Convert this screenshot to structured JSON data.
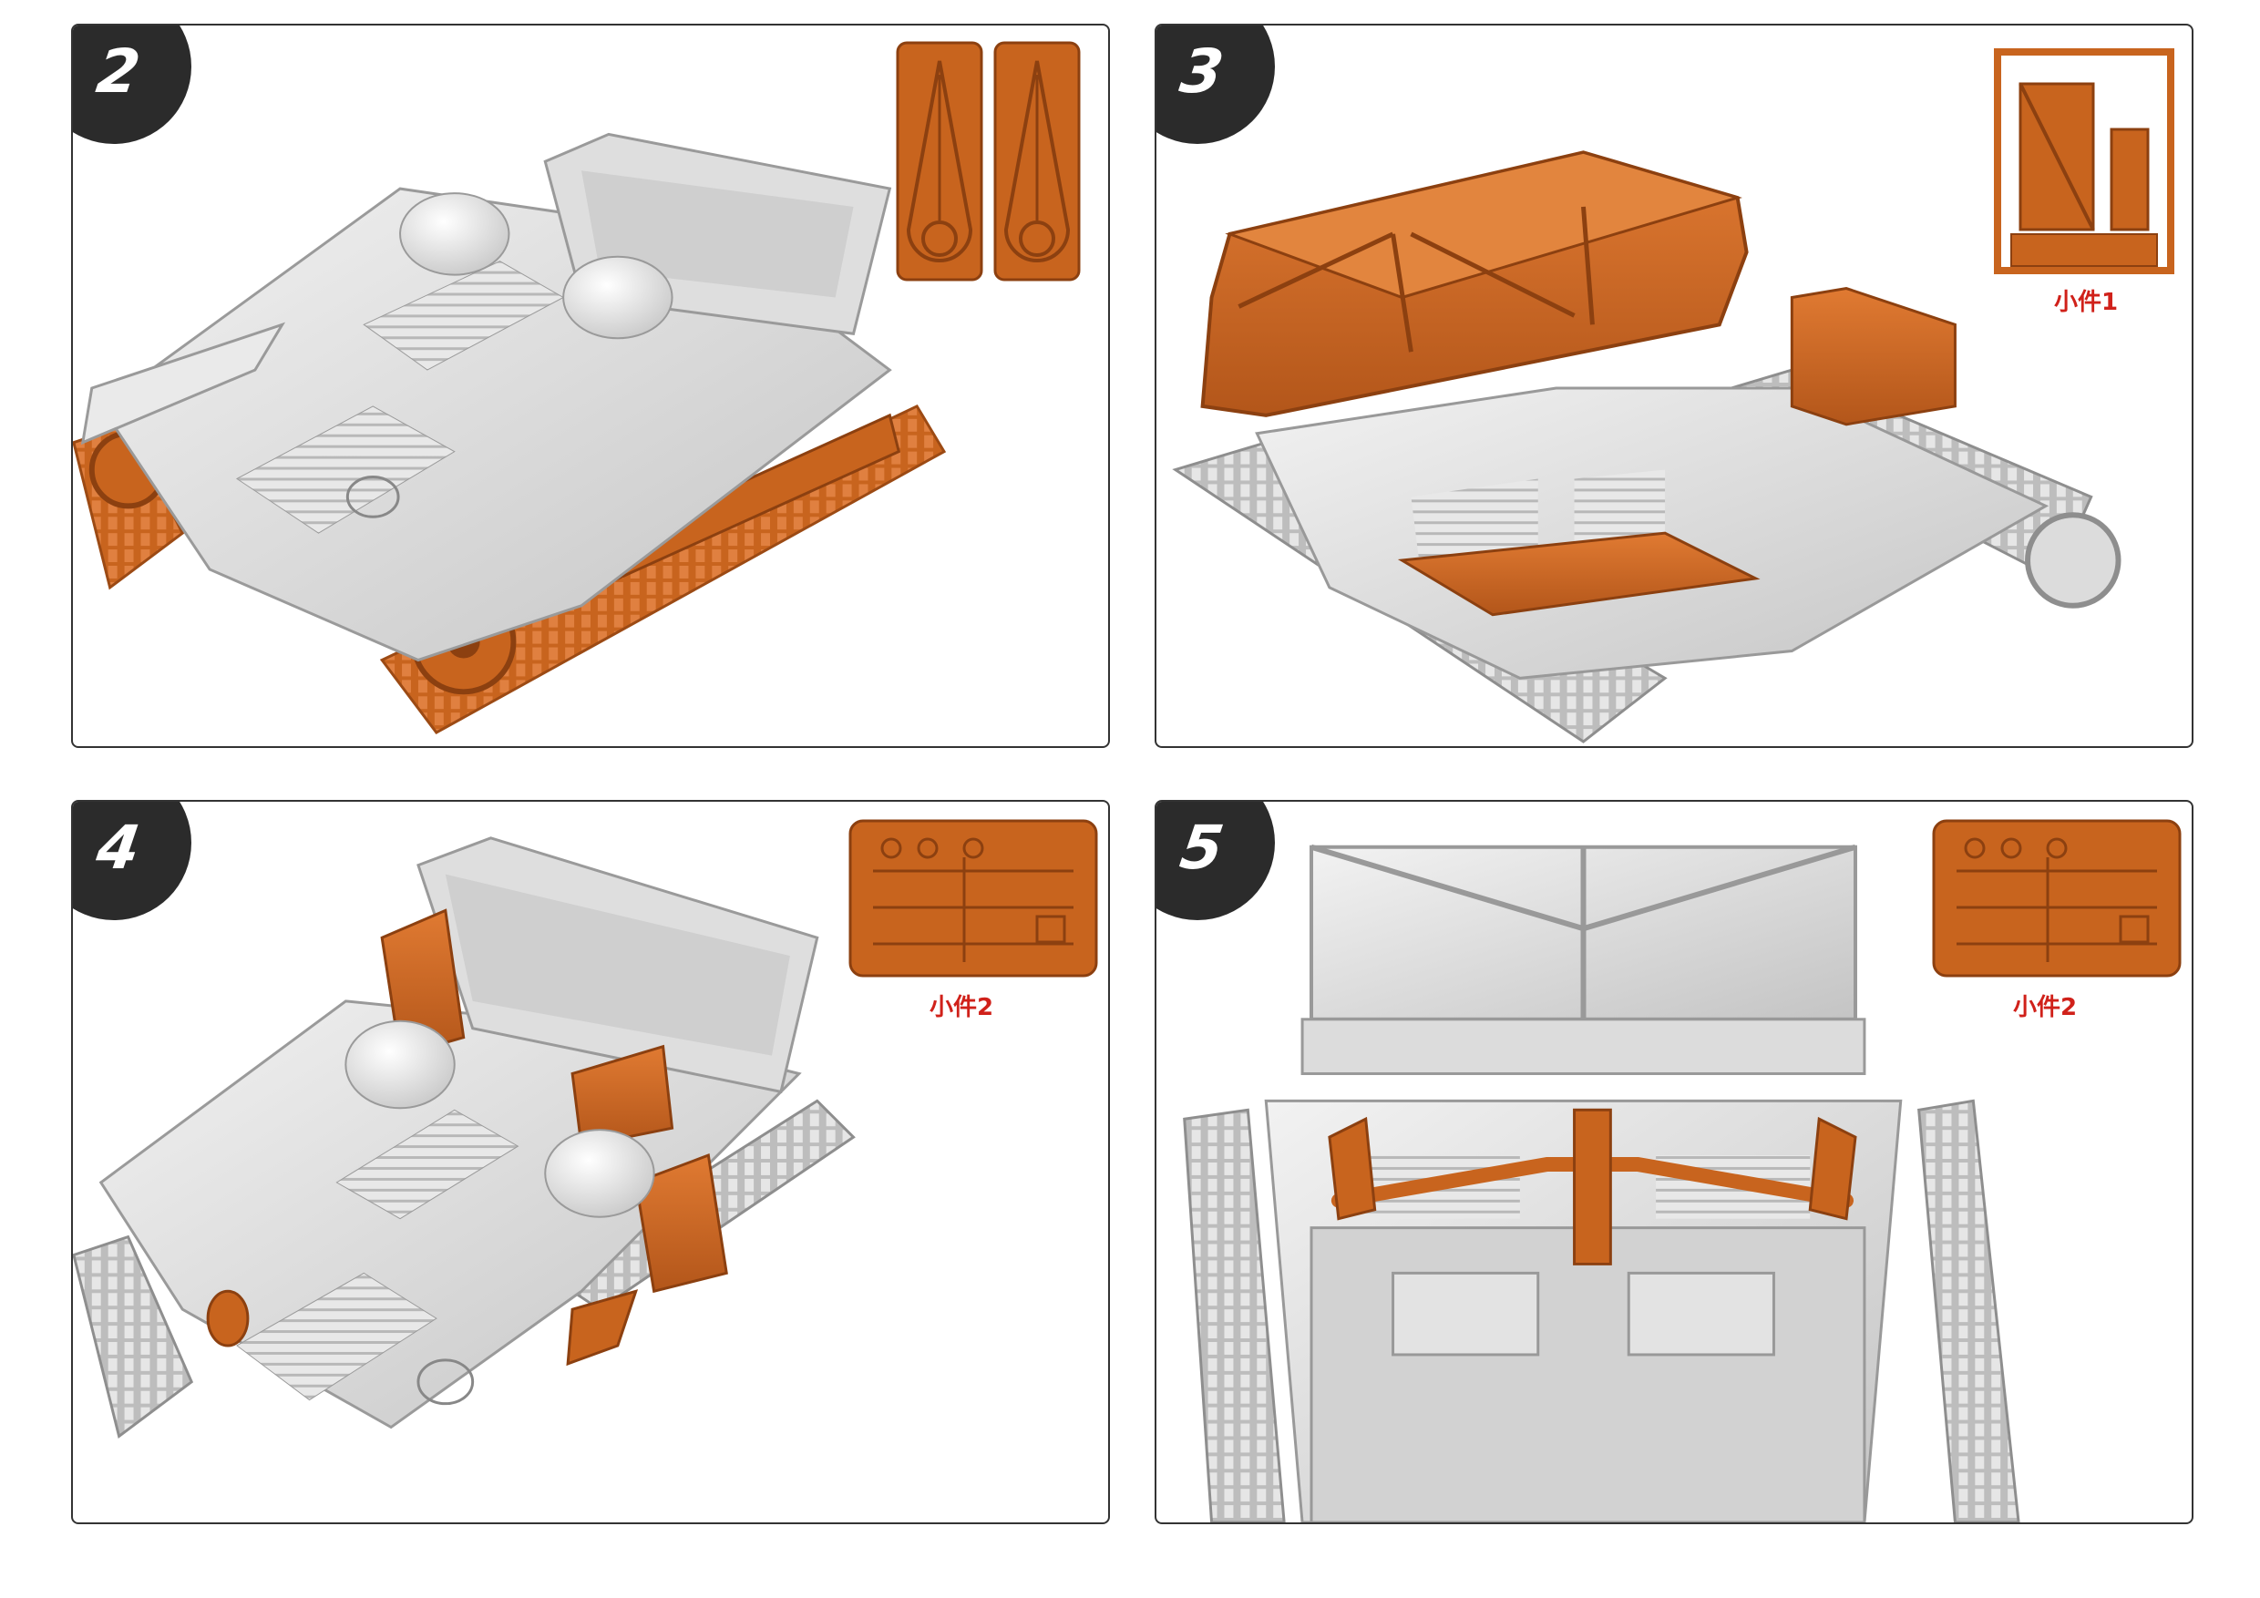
{
  "colors": {
    "part_orange": "#c8641e",
    "hull_grey": "#d6d6d6",
    "badge": "#2b2b2b",
    "label_red": "#d0211a"
  },
  "panels": [
    {
      "step": "2",
      "sprue_label": ""
    },
    {
      "step": "3",
      "sprue_label": "小件1"
    },
    {
      "step": "4",
      "sprue_label": "小件2"
    },
    {
      "step": "5",
      "sprue_label": "小件2"
    }
  ]
}
